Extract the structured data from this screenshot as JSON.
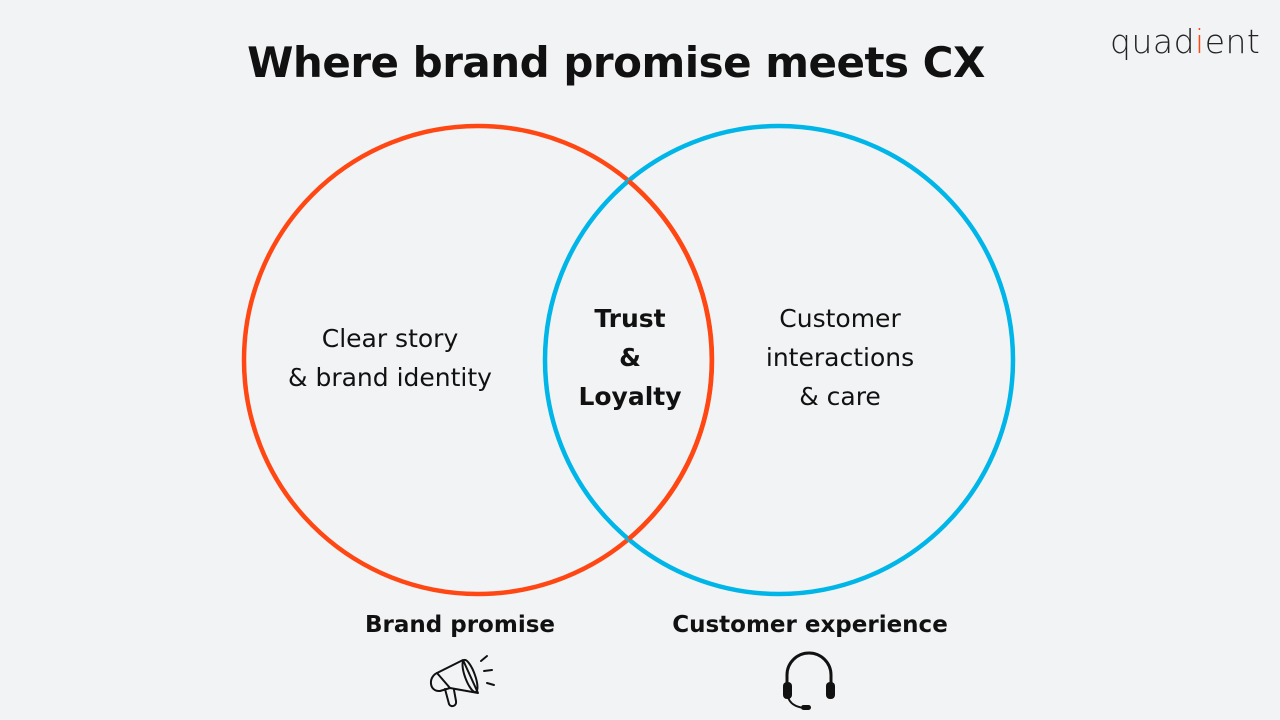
{
  "title": "Where brand promise meets CX",
  "logo": {
    "text_before": "quad",
    "text_accent": "i",
    "text_after": "ent"
  },
  "colors": {
    "brand_promise": "#ff4713",
    "customer_experience": "#00b5e8",
    "background": "#f2f3f5"
  },
  "circles": {
    "left": {
      "lines": [
        "Clear story",
        "& brand identity"
      ],
      "label": "Brand promise",
      "icon": "megaphone-icon"
    },
    "overlap": {
      "lines": [
        "Trust",
        "&",
        "Loyalty"
      ]
    },
    "right": {
      "lines": [
        "Customer",
        "interactions",
        "& care"
      ],
      "label": "Customer experience",
      "icon": "headset-icon"
    }
  }
}
